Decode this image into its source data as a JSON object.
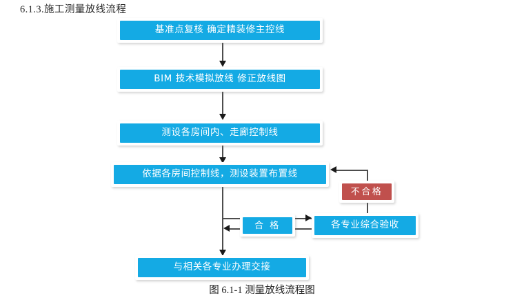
{
  "section": {
    "heading": "6.1.3.施工测量放线流程"
  },
  "figure": {
    "caption": "图 6.1-1 测量放线流程图",
    "colors": {
      "node_blue": "#14AAE4",
      "node_red": "#C0504D",
      "node_text": "#FFFFFF",
      "connector": "#4D4D4D",
      "page_background": "#FFFFFF"
    },
    "nodes": [
      {
        "id": "step1",
        "label": "基准点复核  确定精装修主控线",
        "type": "process",
        "color": "blue"
      },
      {
        "id": "step2",
        "label": "BIM 技术模拟放线  修正放线图",
        "type": "process",
        "color": "blue"
      },
      {
        "id": "step3",
        "label": "测设各房间内、走廊控制线",
        "type": "process",
        "color": "blue"
      },
      {
        "id": "step4",
        "label": "依据各房间控制线，测设装置布置线",
        "type": "process",
        "color": "blue"
      },
      {
        "id": "fail",
        "label": "不合格",
        "type": "decision-result",
        "color": "red"
      },
      {
        "id": "pass",
        "label": "合 格",
        "type": "decision-result",
        "color": "blue"
      },
      {
        "id": "inspect",
        "label": "各专业综合验收",
        "type": "process",
        "color": "blue"
      },
      {
        "id": "handover",
        "label": "与相关各专业办理交接",
        "type": "process",
        "color": "blue"
      }
    ],
    "edges": [
      {
        "from": "step1",
        "to": "step2",
        "direction": "down"
      },
      {
        "from": "step2",
        "to": "step3",
        "direction": "down"
      },
      {
        "from": "step3",
        "to": "step4",
        "direction": "down"
      },
      {
        "from": "step4",
        "to": "inspect",
        "direction": "down"
      },
      {
        "from": "inspect",
        "to": "pass",
        "direction": "left",
        "label": "合 格"
      },
      {
        "from": "pass",
        "to": "handover",
        "direction": "left-then-down"
      },
      {
        "from": "inspect",
        "to": "fail",
        "direction": "up",
        "label": "不合格"
      },
      {
        "from": "fail",
        "to": "step4",
        "direction": "up-then-left"
      }
    ]
  }
}
